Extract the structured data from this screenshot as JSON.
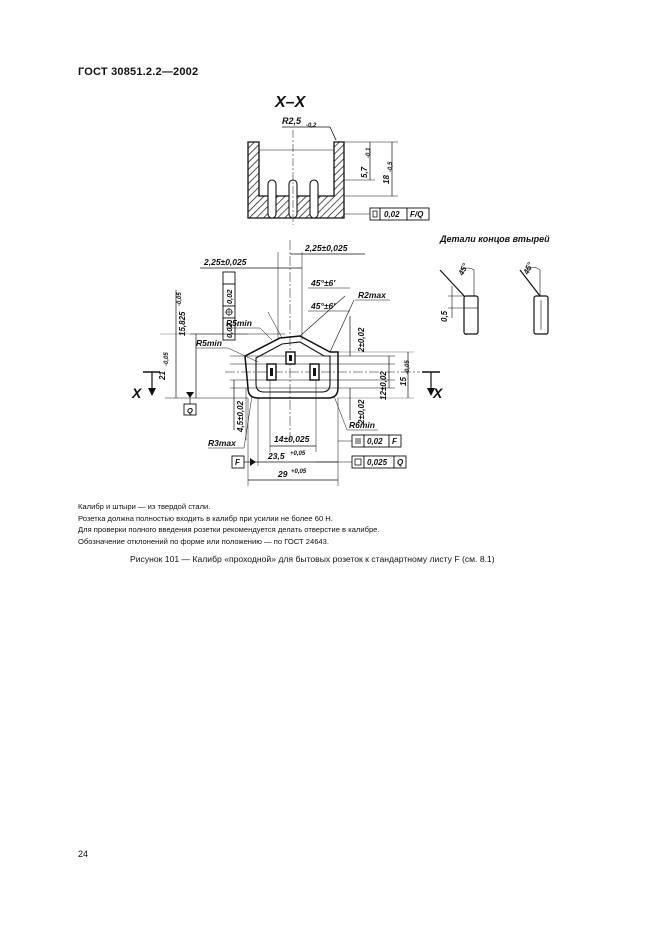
{
  "document": {
    "standard": "ГОСТ 30851.2.2—2002",
    "page_number": "24"
  },
  "drawing": {
    "section_label": "X–X",
    "section_radius": "R2,5",
    "section_radius_tol": "-0,2",
    "dim_5_7": "5,7",
    "dim_5_7_tol": "-0,1",
    "dim_18": "18",
    "dim_18_tol": "-0,5",
    "frame_top": {
      "value": "0,02",
      "datum": "F/Q"
    },
    "details_title": "Детали концов втырей",
    "angle_45": "45°",
    "dim_0_5": "0,5",
    "dim_2_25_a": "2,25±0,025",
    "dim_2_25_b": "2,25±0,025",
    "angle_45_a": "45°±6′",
    "angle_45_b": "45°±6′",
    "r2max": "R2max",
    "r5min_a": "R5min",
    "r5min_b": "R5min",
    "r6min": "R6min",
    "r3max": "R3max",
    "frame_left_a": "0,02",
    "frame_left_b": "0,02",
    "dim_15_825": "15,825",
    "dim_15_825_tol": "-0,05",
    "dim_21": "21",
    "dim_21_tol": "-0,05",
    "dim_2_02_top": "2±0,02",
    "dim_2_02_bot": "2±0,02",
    "dim_12": "12±0,02",
    "dim_15": "15",
    "dim_15_tol": "-0,05",
    "dim_4_5": "4,5±0,02",
    "dim_14": "14±0,025",
    "dim_23_5": "23,5",
    "dim_23_5_tol": "+0,05",
    "dim_29": "29",
    "dim_29_tol": "+0,05",
    "datum_q": "Q",
    "datum_f": "F",
    "cut_x_left": "X",
    "cut_x_right": "X",
    "frame_right_a": {
      "value": "0,02",
      "datum": "F"
    },
    "frame_right_b": {
      "value": "0,025",
      "datum": "Q"
    }
  },
  "notes": [
    "Калибр и штыри — из твердой стали.",
    "Розетка должна полностью входить в калибр при усилии не более 60 Н.",
    "Для проверки полного введения розетки рекомендуется делать отверстие в калибре.",
    "Обозначение отклонений по форме или положению — по ГОСТ 24643."
  ],
  "caption": "Рисунок 101 — Калибр «проходной» для бытовых розеток к стандартному листу F (см. 8.1)"
}
